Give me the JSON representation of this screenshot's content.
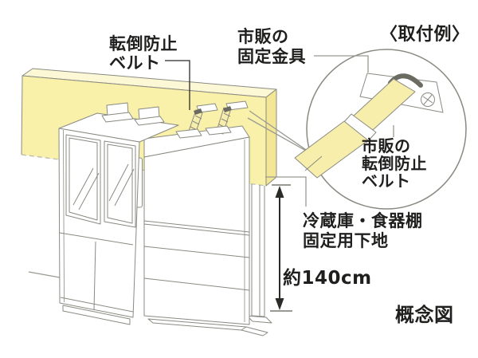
{
  "diagram": {
    "labels": {
      "belt_l1": "転倒防止",
      "belt_l2": "ベルト",
      "bracket_l1": "市販の",
      "bracket_l2": "固定金具",
      "example_title": "〈取付例〉",
      "callout_l1": "市販の",
      "callout_l2": "転倒防止",
      "callout_l3": "ベルト",
      "base_l1": "冷蔵庫・食器棚",
      "base_l2": "固定用下地",
      "height_value": "約140cm",
      "caption": "概念図"
    },
    "colors": {
      "wall_yellow": "#f9f1a9",
      "wall_top": "#fcf8d6",
      "wall_side": "#f3e795",
      "belt_yellow": "#f7eeab",
      "outline": "#8a8a82",
      "dash": "#b8b8ae",
      "leader_gray": "#9a9a92",
      "text": "#1f1f1e",
      "arrow": "#2b2b28",
      "slot_dark": "#6b6b62"
    }
  }
}
